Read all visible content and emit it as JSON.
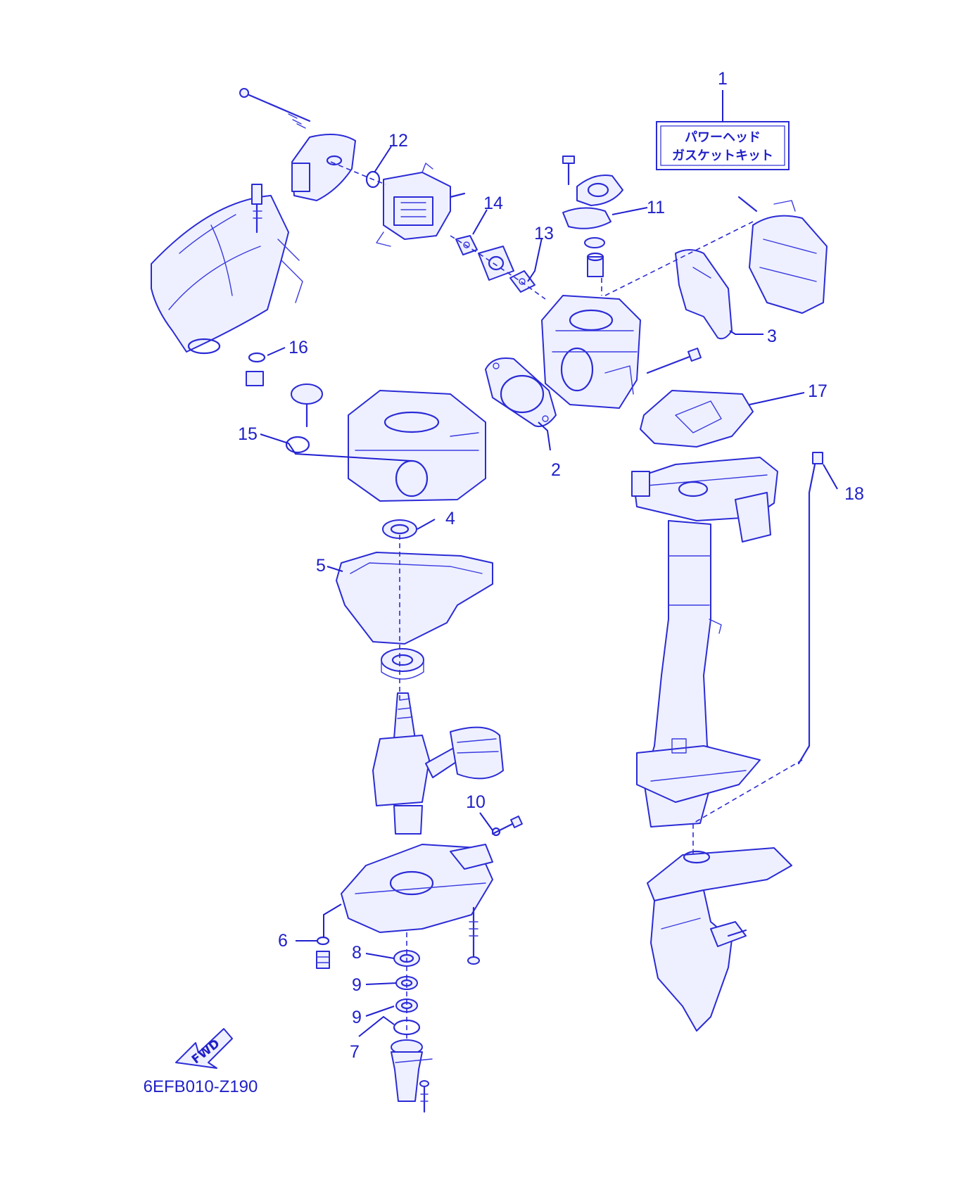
{
  "kit_label": {
    "line1": "パワーヘッド",
    "line2": "ガスケットキット"
  },
  "diagram_code": "6EFB010-Z190",
  "fwd_label": "FWD",
  "callouts": {
    "c1": "1",
    "c2": "2",
    "c3": "3",
    "c4": "4",
    "c5": "5",
    "c6": "6",
    "c7": "7",
    "c8": "8",
    "c9a": "9",
    "c9b": "9",
    "c10": "10",
    "c11": "11",
    "c12": "12",
    "c13": "13",
    "c14": "14",
    "c15": "15",
    "c16": "16",
    "c17": "17",
    "c18": "18"
  },
  "colors": {
    "ink": "#2b2bd6",
    "background": "#ffffff"
  }
}
